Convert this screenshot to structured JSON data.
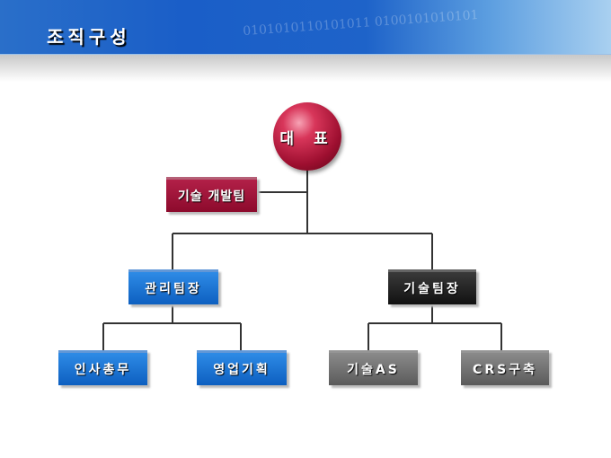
{
  "header": {
    "title": "조직구성",
    "background_text": "0101010110101011 0100101010101"
  },
  "org": {
    "ceo": "대 표",
    "dev_team": "기술 개발팀",
    "managers": [
      {
        "label": "관리팀장",
        "color": "#1a72d6"
      },
      {
        "label": "기술팀장",
        "color": "#222222"
      }
    ],
    "teams": [
      {
        "label": "인사총무"
      },
      {
        "label": "영업기획"
      },
      {
        "label": "기술AS"
      },
      {
        "label": "CRS구축"
      }
    ]
  }
}
